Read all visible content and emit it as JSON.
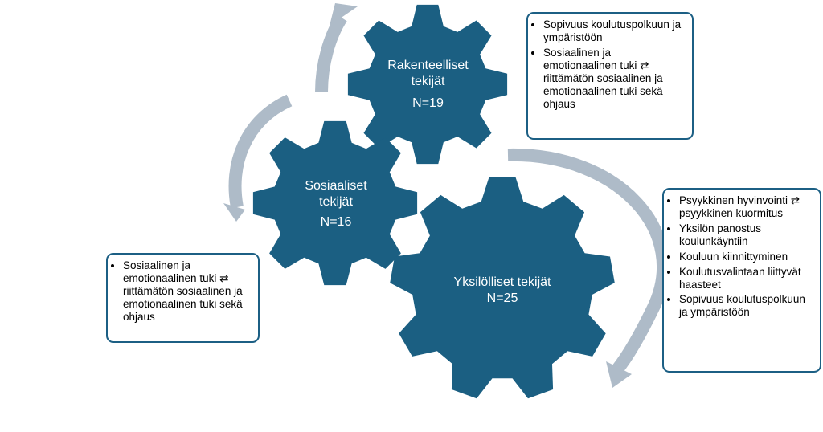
{
  "colors": {
    "gear": "#1b5f82",
    "arrow": "#aebbc8",
    "box_border": "#1c5f84",
    "text": "#000000"
  },
  "gears": {
    "structural": {
      "title": "Rakenteelliset tekijät",
      "count": "N=19"
    },
    "social": {
      "title": "Sosiaaliset tekijät",
      "count": "N=16"
    },
    "individual": {
      "title": "Yksilölliset tekijät",
      "count": "N=25"
    }
  },
  "boxes": {
    "structural": [
      "Sopivuus koulutuspolkuun ja ympäristöön",
      "Sosiaalinen ja emotionaalinen tuki ⇄ riittämätön sosiaalinen ja emotionaalinen tuki sekä ohjaus"
    ],
    "social": [
      "Sosiaalinen ja emotionaalinen tuki ⇄ riittämätön sosiaalinen ja emotionaalinen tuki sekä ohjaus"
    ],
    "individual": [
      "Psyykkinen hyvinvointi ⇄ psyykkinen kuormitus",
      "Yksilön panostus koulunkäyntiin",
      "Kouluun kiinnittyminen",
      "Koulutusvalintaan liittyvät haasteet",
      "Sopivuus koulutuspolkuun ja ympäristöön"
    ]
  }
}
